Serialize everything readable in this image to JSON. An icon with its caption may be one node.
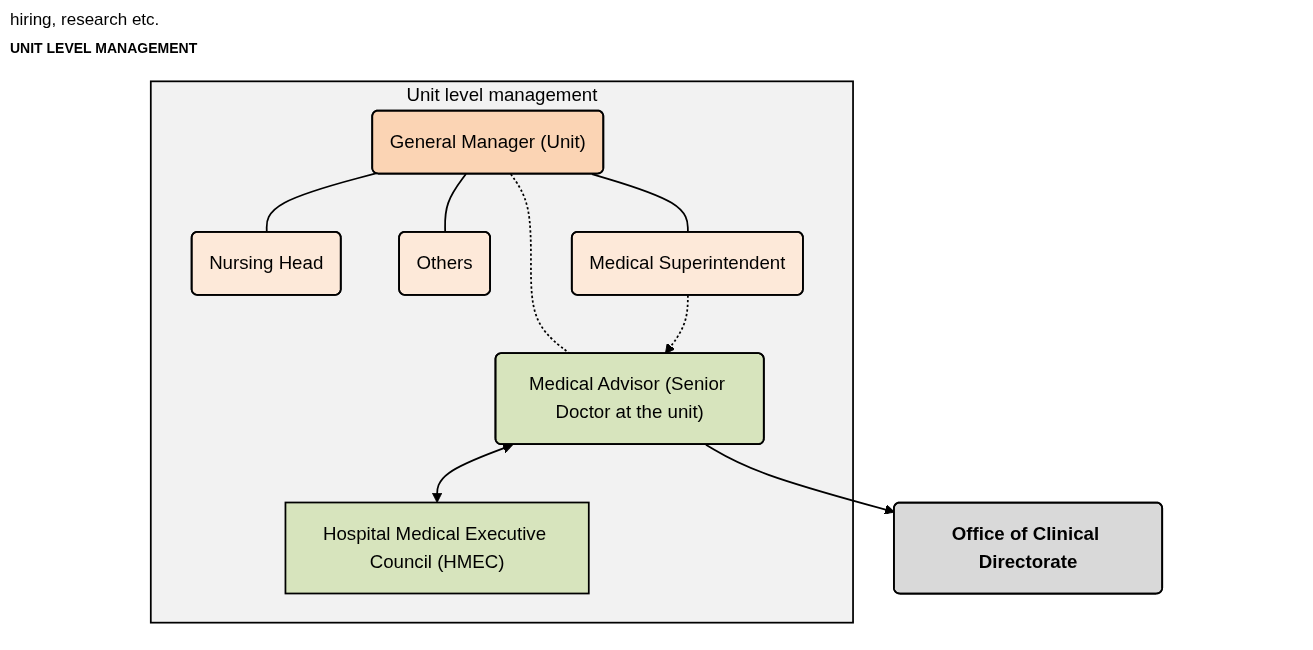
{
  "diagram": {
    "nodes": [
      {
        "text": [
          "Office of Clinical Directorate"
        ]
      },
      {
        "text": [
          "Unit level management"
        ]
      },
      {
        "text": [
          "General Manager (Unit)"
        ],
        "in": 1
      },
      {
        "text": [
          "Medical Advisor (Senior Doctor at the unit)"
        ],
        "in": 1
      },
      {
        "text": [
          "Nursing Head"
        ],
        "in": 1
      },
      {
        "text": [
          "Others"
        ],
        "in": 1
      },
      {
        "text": [
          "Medical Superintendent"
        ],
        "in": 1
      },
      {
        "text": [
          "Hospital Medical Executive Council (HMEC)"
        ],
        "in": 1
      }
    ],
    "edges": [
      {
        "from": 3,
        "to": 0,
        "arrow": "to"
      },
      {
        "from": 2,
        "to": 3,
        "arrow": "none",
        "style": "dashed"
      },
      {
        "from": 2,
        "to": 4,
        "arrow": "none"
      },
      {
        "from": 2,
        "to": 5,
        "arrow": "none"
      },
      {
        "from": 2,
        "to": 6,
        "arrow": "none"
      },
      {
        "from": 6,
        "to": 3,
        "arrow": "to",
        "style": "dashed"
      },
      {
        "from": 3,
        "to": 7,
        "arrow": "both"
      }
    ],
    "labels": [
      "hiring, research etc.",
      "UNIT LEVEL MANAGEMENT"
    ]
  }
}
